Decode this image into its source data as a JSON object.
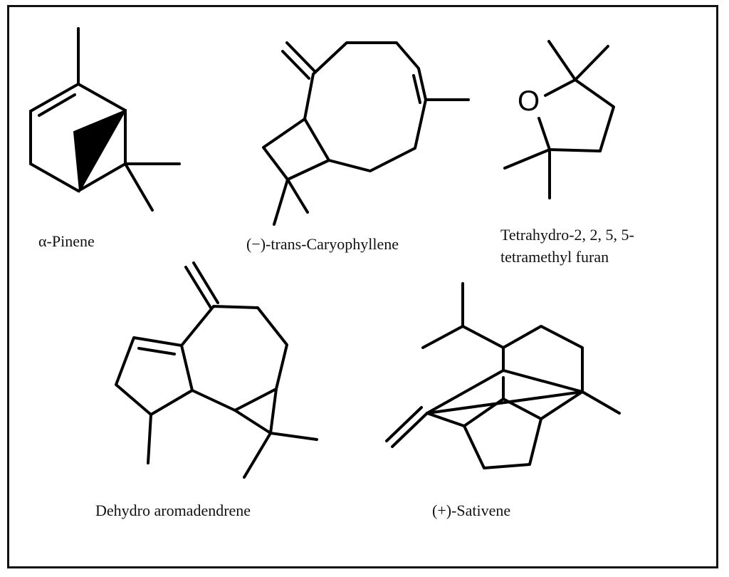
{
  "compounds": [
    {
      "name": "α-Pinene"
    },
    {
      "name": "(−)-trans-Caryophyllene"
    },
    {
      "name_line1": "Tetrahydro-2, 2, 5, 5-",
      "name_line2": "tetramethyl furan",
      "heteroatom": "O"
    },
    {
      "name": "Dehydro aromadendrene"
    },
    {
      "name": "(+)-Sativene"
    }
  ]
}
